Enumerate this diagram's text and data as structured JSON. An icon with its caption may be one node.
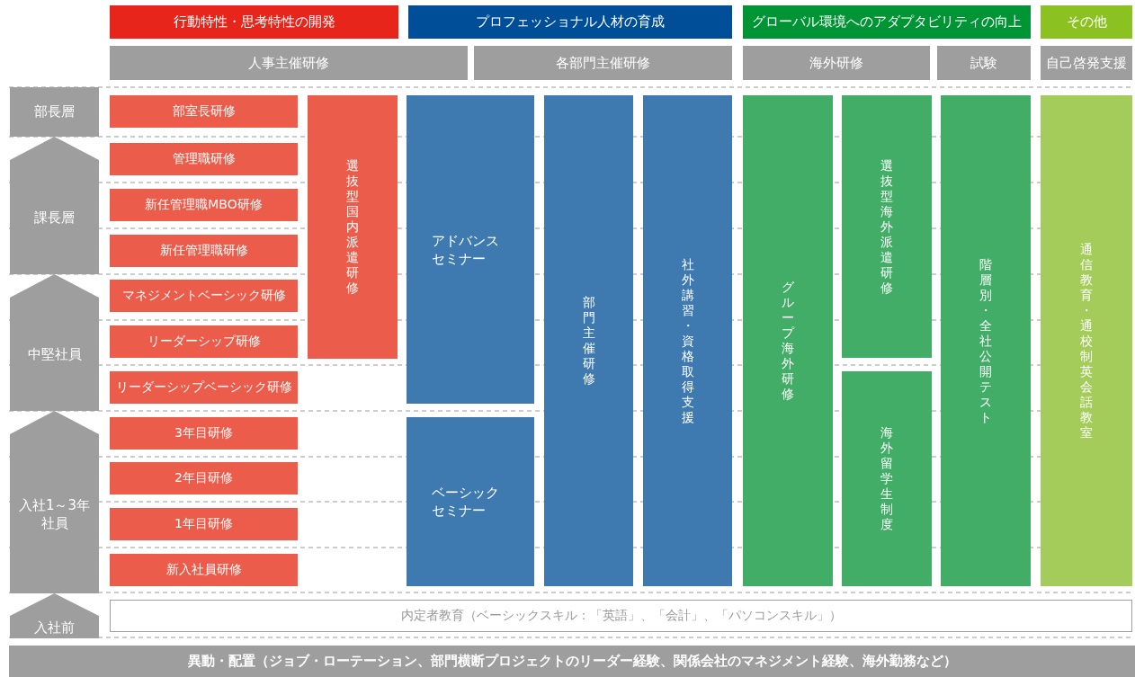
{
  "diagram": {
    "nodes": [
      {
        "text": [
          "行動特性・思考特性の開発"
        ]
      },
      {
        "text": [
          "プロフェッショナル人材の育成"
        ]
      },
      {
        "text": [
          "グローバル環境へのアダプタビリティの向上"
        ]
      },
      {
        "text": [
          "その他"
        ]
      },
      {
        "text": [
          "人事主催研修"
        ]
      },
      {
        "text": [
          "各部門主催研修"
        ]
      },
      {
        "text": [
          "海外研修"
        ]
      },
      {
        "text": [
          "試験"
        ]
      },
      {
        "text": [
          "自己啓発支援"
        ]
      },
      {
        "text": [
          "部長層"
        ]
      },
      {
        "text": [
          "課長層"
        ]
      },
      {
        "text": [
          "中堅社員"
        ]
      },
      {
        "text": [
          "入社1～3年社員"
        ]
      },
      {
        "text": [
          "入社前"
        ]
      },
      {
        "text": [
          "部室長研修"
        ]
      },
      {
        "text": [
          "管理職研修"
        ]
      },
      {
        "text": [
          "新任管理職MBO研修"
        ]
      },
      {
        "text": [
          "新任管理職研修"
        ]
      },
      {
        "text": [
          "マネジメントベーシック研修"
        ]
      },
      {
        "text": [
          "リーダーシップ研修"
        ]
      },
      {
        "text": [
          "リーダーシップベーシック研修"
        ]
      },
      {
        "text": [
          "3年目研修"
        ]
      },
      {
        "text": [
          "2年目研修"
        ]
      },
      {
        "text": [
          "1年目研修"
        ]
      },
      {
        "text": [
          "新入社員研修"
        ]
      },
      {
        "text": [
          "選抜型国内派遣研修"
        ]
      },
      {
        "text": [
          "アドバンスセミナー"
        ]
      },
      {
        "text": [
          "ベーシックセミナー"
        ]
      },
      {
        "text": [
          "部門主催研修"
        ]
      },
      {
        "text": [
          "社外講習・資格取得支援"
        ]
      },
      {
        "text": [
          "グループ海外研修"
        ]
      },
      {
        "text": [
          "選抜型海外派遣研修"
        ]
      },
      {
        "text": [
          "海外留学生制度"
        ]
      },
      {
        "text": [
          "階層別・全社公開テスト"
        ]
      },
      {
        "text": [
          "通信教育・通校制英会話教室"
        ]
      },
      {
        "text": [
          "内定者教育（ベーシックスキル：「英語」、「会計」、「パソコンスキル」）"
        ]
      },
      {
        "text": [
          "異動・配置（ジョブ・ローテーション、部門横断プロジェクトのリーダー経験、関係会社のマネジメント経験、海外勤務など）"
        ]
      }
    ]
  }
}
